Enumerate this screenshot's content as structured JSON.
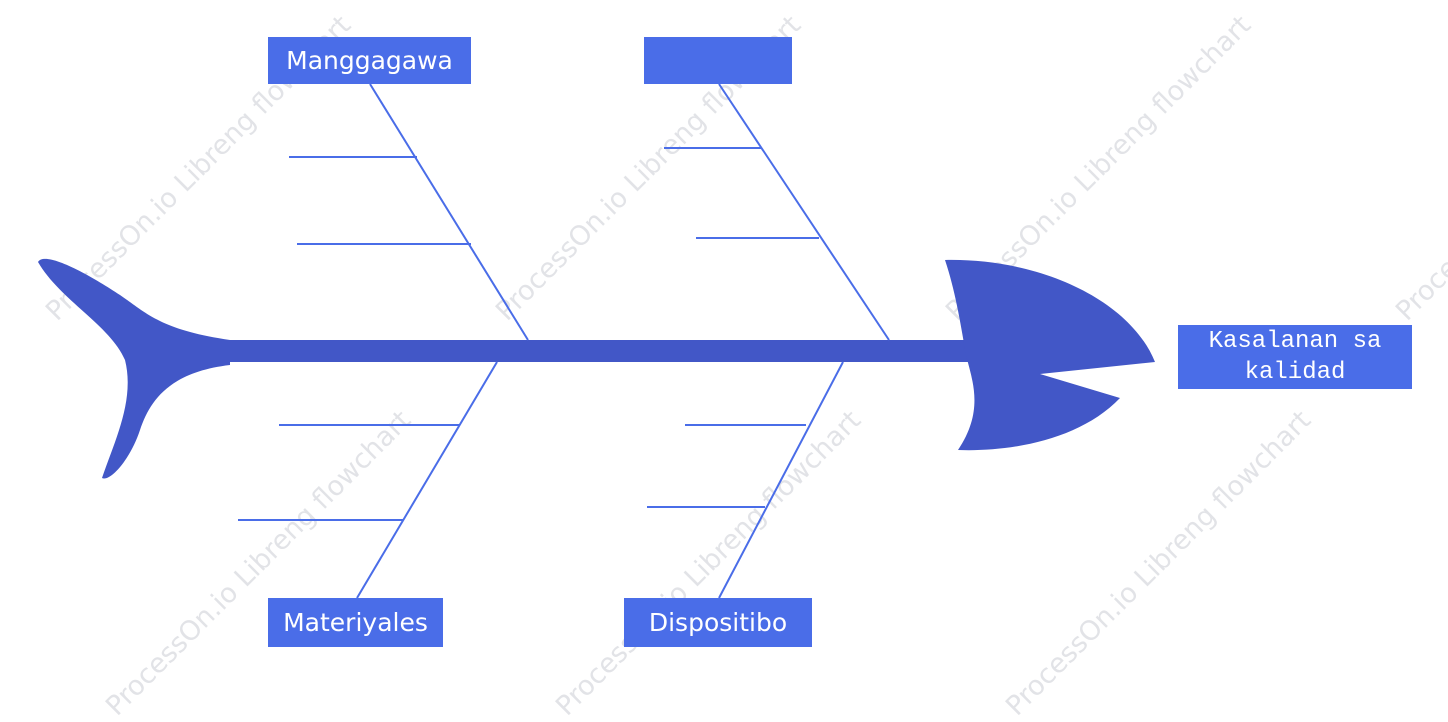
{
  "diagram": {
    "type": "fishbone",
    "effect": "Kasalanan sa\nkalidad",
    "categories": {
      "top_left": "Manggagawa",
      "top_right": "",
      "bottom_left": "Materiyales",
      "bottom_right": "Dispositibo"
    }
  },
  "watermark": {
    "text": "ProcessOn.io Libreng flowchart"
  },
  "colors": {
    "fish_body": "#4257c7",
    "bone_line": "#4a6de8",
    "label_box": "#4a6de8",
    "label_text": "#ffffff",
    "watermark": "#cfd2d8"
  }
}
